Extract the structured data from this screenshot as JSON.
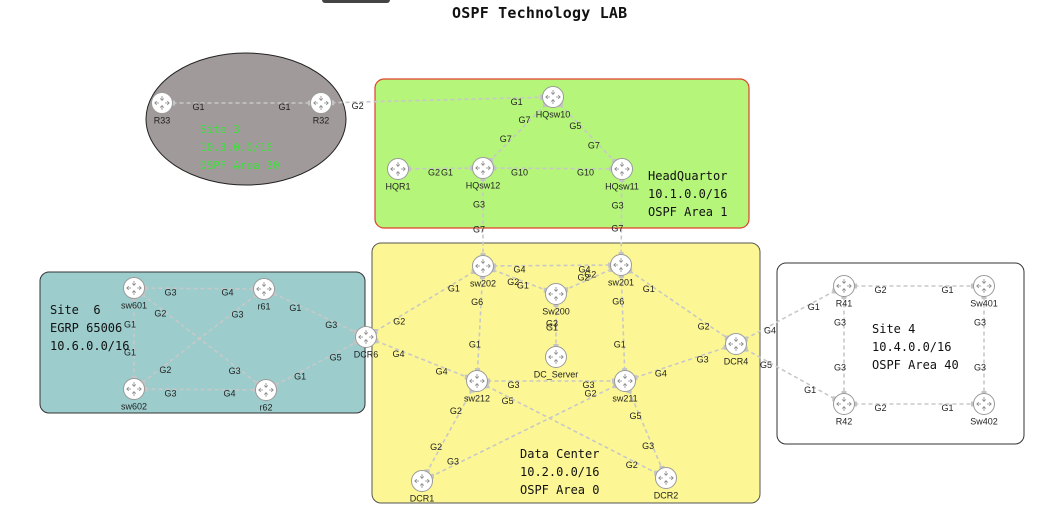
{
  "title": "OSPF Technology LAB",
  "zones": [
    {
      "id": "site3",
      "lines": [
        "Site 3",
        "10.3.0.0/16",
        "OSPF Area 30"
      ],
      "fill": "#a19a9a",
      "stroke": "#222222",
      "text_color": "#3ce23c"
    },
    {
      "id": "hq",
      "lines": [
        "HeadQuartor",
        "10.1.0.0/16",
        "OSPF Area 1"
      ],
      "fill": "#b4f57a",
      "stroke": "#e0402a",
      "text_color": "#111111"
    },
    {
      "id": "site6",
      "lines": [
        "Site  6",
        "EGRP 65006",
        "10.6.0.0/16"
      ],
      "fill": "#9ccccc",
      "stroke": "#333333",
      "text_color": "#111111"
    },
    {
      "id": "dc",
      "lines": [
        "Data Center",
        "10.2.0.0/16",
        "OSPF Area 0"
      ],
      "fill": "#fcf794",
      "stroke": "#555555",
      "text_color": "#111111"
    },
    {
      "id": "site4",
      "lines": [
        "Site 4",
        "10.4.0.0/16",
        "OSPF Area 40"
      ],
      "fill": "#ffffff",
      "stroke": "#333333",
      "text_color": "#111111"
    }
  ],
  "nodes": [
    {
      "id": "R33",
      "label": "R33"
    },
    {
      "id": "R32",
      "label": "R32"
    },
    {
      "id": "HQsw10",
      "label": "HQsw10"
    },
    {
      "id": "HQR1",
      "label": "HQR1"
    },
    {
      "id": "HQsw12",
      "label": "HQsw12"
    },
    {
      "id": "HQsw11",
      "label": "HQsw11"
    },
    {
      "id": "sw601",
      "label": "sw601"
    },
    {
      "id": "r61",
      "label": "r61"
    },
    {
      "id": "sw602",
      "label": "sw602"
    },
    {
      "id": "r62",
      "label": "r62"
    },
    {
      "id": "DCR6",
      "label": "DCR6"
    },
    {
      "id": "sw202",
      "label": "sw202"
    },
    {
      "id": "sw201",
      "label": "sw201"
    },
    {
      "id": "Sw200",
      "label": "Sw200"
    },
    {
      "id": "DC_Server",
      "label": "DC_Server"
    },
    {
      "id": "sw212",
      "label": "sw212"
    },
    {
      "id": "sw211",
      "label": "sw211"
    },
    {
      "id": "DCR4",
      "label": "DCR4"
    },
    {
      "id": "DCR1",
      "label": "DCR1"
    },
    {
      "id": "DCR2",
      "label": "DCR2"
    },
    {
      "id": "R41",
      "label": "R41"
    },
    {
      "id": "Sw401",
      "label": "Sw401"
    },
    {
      "id": "R42",
      "label": "R42"
    },
    {
      "id": "Sw402",
      "label": "Sw402"
    }
  ],
  "links": [
    {
      "a": "R33",
      "a_port": "G1",
      "b": "R32",
      "b_port": "G1"
    },
    {
      "a": "R32",
      "a_port": "G2",
      "b": "HQsw10",
      "b_port": "G1"
    },
    {
      "a": "HQsw10",
      "a_port": "G7",
      "b": "HQsw12",
      "b_port": "G7"
    },
    {
      "a": "HQsw10",
      "a_port": "G5",
      "b": "HQsw11",
      "b_port": "G7"
    },
    {
      "a": "HQR1",
      "a_port": "G2",
      "b": "HQsw12",
      "b_port": "G1"
    },
    {
      "a": "HQsw12",
      "a_port": "G10",
      "b": "HQsw11",
      "b_port": "G10"
    },
    {
      "a": "HQsw12",
      "a_port": "G3",
      "b": "sw202",
      "b_port": "G7"
    },
    {
      "a": "HQsw11",
      "a_port": "G3",
      "b": "sw201",
      "b_port": "G7"
    },
    {
      "a": "sw601",
      "a_port": "G3",
      "b": "r61",
      "b_port": "G4"
    },
    {
      "a": "sw601",
      "a_port": "G1",
      "b": "sw602",
      "b_port": "G1"
    },
    {
      "a": "sw601",
      "a_port": "G2",
      "b": "r62",
      "b_port": "G3"
    },
    {
      "a": "sw602",
      "a_port": "G2",
      "b": "r61",
      "b_port": "G3"
    },
    {
      "a": "sw602",
      "a_port": "G3",
      "b": "r62",
      "b_port": "G4"
    },
    {
      "a": "r61",
      "a_port": "G1",
      "b": "DCR6",
      "b_port": "G3"
    },
    {
      "a": "r62",
      "a_port": "G1",
      "b": "DCR6",
      "b_port": "G5"
    },
    {
      "a": "DCR6",
      "a_port": "G2",
      "b": "sw202",
      "b_port": "G1"
    },
    {
      "a": "DCR6",
      "a_port": "G4",
      "b": "sw212",
      "b_port": "G4"
    },
    {
      "a": "sw202",
      "a_port": "G4",
      "b": "sw201",
      "b_port": "G4"
    },
    {
      "a": "sw202",
      "a_port": "G2",
      "b": "Sw200",
      "b_port": "G1"
    },
    {
      "a": "sw201",
      "a_port": "G2",
      "b": "Sw200",
      "b_port": "G2"
    },
    {
      "a": "sw202",
      "a_port": "G6",
      "b": "sw212",
      "b_port": "G1"
    },
    {
      "a": "sw201",
      "a_port": "G6",
      "b": "sw211",
      "b_port": "G1"
    },
    {
      "a": "Sw200",
      "a_port": "G3",
      "b": "DC_Server",
      "b_port": "G1"
    },
    {
      "a": "sw201",
      "a_port": "G1",
      "b": "DCR4",
      "b_port": "G2"
    },
    {
      "a": "sw211",
      "a_port": "G4",
      "b": "DCR4",
      "b_port": "G3"
    },
    {
      "a": "sw212",
      "a_port": "G3",
      "b": "sw211",
      "b_port": "G3"
    },
    {
      "a": "sw212",
      "a_port": "G2",
      "b": "DCR1",
      "b_port": "G2"
    },
    {
      "a": "sw212",
      "a_port": "G5",
      "b": "DCR2",
      "b_port": "G2"
    },
    {
      "a": "sw211",
      "a_port": "G2",
      "b": "DCR1",
      "b_port": "G3"
    },
    {
      "a": "sw211",
      "a_port": "G5",
      "b": "DCR2",
      "b_port": "G3"
    },
    {
      "a": "DCR4",
      "a_port": "G4",
      "b": "R41",
      "b_port": "G1"
    },
    {
      "a": "DCR4",
      "a_port": "G5",
      "b": "R42",
      "b_port": "G1"
    },
    {
      "a": "R41",
      "a_port": "G2",
      "b": "Sw401",
      "b_port": "G1"
    },
    {
      "a": "R41",
      "a_port": "G3",
      "b": "R42",
      "b_port": "G3"
    },
    {
      "a": "Sw401",
      "a_port": "G3",
      "b": "Sw402",
      "b_port": "G3"
    },
    {
      "a": "R42",
      "a_port": "G2",
      "b": "Sw402",
      "b_port": "G1"
    }
  ],
  "colors": {
    "link": "#c8c8c8",
    "node_fill": "#ffffff",
    "node_stroke": "#9a9a9a",
    "icon_arrows": "#8a8a8a"
  }
}
